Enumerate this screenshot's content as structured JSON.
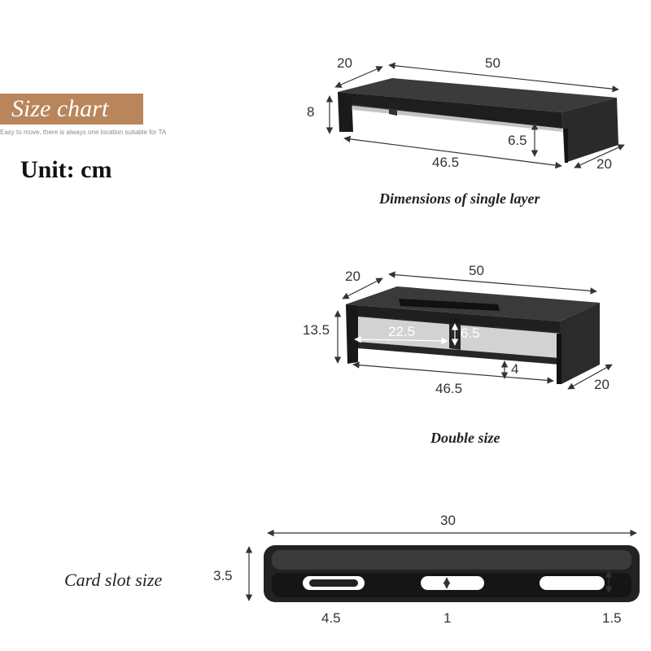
{
  "header": {
    "title": "Size chart",
    "subtitle": "Easy to move, there is always one location suitable for TA",
    "unit": "Unit: cm",
    "banner_color": "#b8865a"
  },
  "single_layer": {
    "caption": "Dimensions of single layer",
    "depth_top": "20",
    "width_top": "50",
    "height": "8",
    "inner_height": "6.5",
    "inner_width": "46.5",
    "depth_bottom": "20"
  },
  "double_layer": {
    "caption": "Double size",
    "depth_top": "20",
    "width_top": "50",
    "height": "13.5",
    "shelf_width": "22.5",
    "shelf_height": "6.5",
    "bottom_gap": "4",
    "inner_width": "46.5",
    "depth_bottom": "20"
  },
  "card_slot": {
    "caption": "Card slot size",
    "length": "30",
    "height": "3.5",
    "slot_a": "4.5",
    "slot_b": "1",
    "slot_c": "1.5"
  }
}
